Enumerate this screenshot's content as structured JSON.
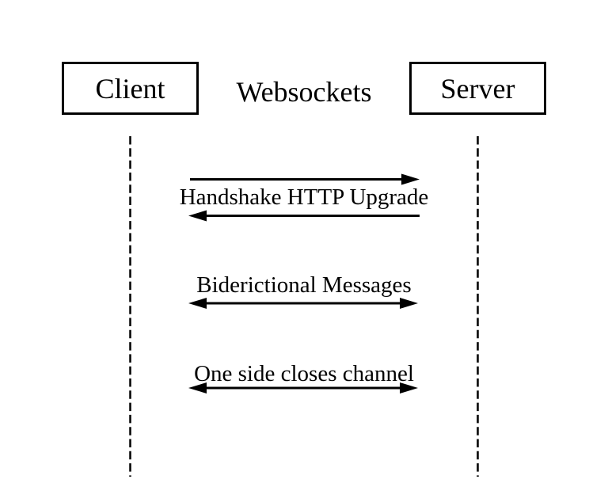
{
  "diagram": {
    "title": "Websockets",
    "actors": [
      {
        "id": "client",
        "label": "Client"
      },
      {
        "id": "server",
        "label": "Server"
      }
    ],
    "messages": [
      {
        "label": "Handshake HTTP Upgrade",
        "arrows": [
          "client-to-server",
          "server-to-client"
        ]
      },
      {
        "label": "Biderictional Messages",
        "arrows": [
          "bidirectional"
        ]
      },
      {
        "label": "One side closes channel",
        "arrows": [
          "bidirectional"
        ]
      }
    ],
    "colors": {
      "line": "#000000",
      "background": "#ffffff"
    }
  }
}
